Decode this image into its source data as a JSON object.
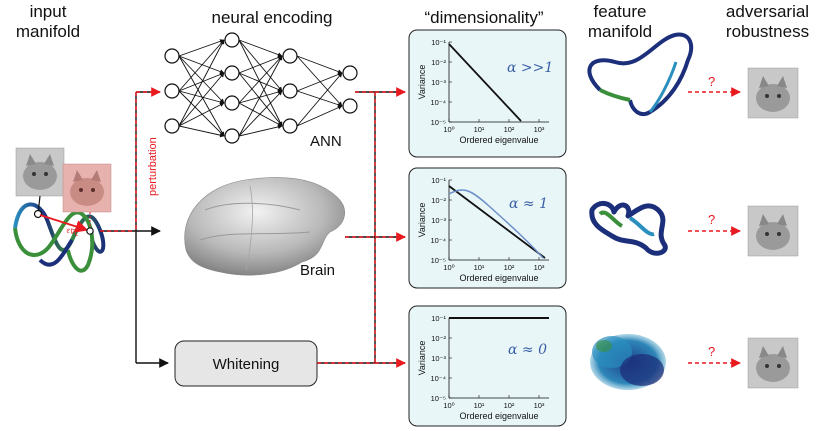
{
  "headers": {
    "input_line1": "input",
    "input_line2": "manifold",
    "neural_encoding": "neural encoding",
    "dimensionality": "“dimensionality”",
    "feature_line1": "feature",
    "feature_line2": "manifold",
    "adversarial_line1": "adversarial",
    "adversarial_line2": "robustness"
  },
  "labels": {
    "perturbation": "perturbation",
    "ann": "ANN",
    "brain": "Brain",
    "whitening": "Whitening",
    "question": "?",
    "perturb_formula": "ε∇L"
  },
  "plots": [
    {
      "alpha": "α >>1",
      "ylabel": "Variance",
      "xlabel": "Ordered eigenvalue",
      "yticks": [
        "10⁻¹",
        "10⁻²",
        "10⁻³",
        "10⁻⁴",
        "10⁻⁵"
      ],
      "xticks": [
        "10⁰",
        "10¹",
        "10²",
        "10³"
      ]
    },
    {
      "alpha": "α ≈ 1",
      "ylabel": "Variance",
      "xlabel": "Ordered eigenvalue",
      "yticks": [
        "10⁻¹",
        "10⁻²",
        "10⁻³",
        "10⁻⁴",
        "10⁻⁵"
      ],
      "xticks": [
        "10⁰",
        "10¹",
        "10²",
        "10³"
      ]
    },
    {
      "alpha": "α ≈ 0",
      "ylabel": "Variance",
      "xlabel": "Ordered eigenvalue",
      "yticks": [
        "10⁻¹",
        "10⁻²",
        "10⁻³",
        "10⁻⁴",
        "10⁻⁵"
      ],
      "xticks": [
        "10⁰",
        "10¹",
        "10²",
        "10³"
      ]
    }
  ],
  "colors": {
    "perturbation": "#e8191f",
    "arrow": "#111111",
    "panel_fill": "#e8f6f8",
    "alpha_text": "#3a5ea6",
    "manifold_dark": "#1c2f7a",
    "manifold_teal": "#2a8fbf",
    "manifold_green": "#3a8f3a"
  }
}
